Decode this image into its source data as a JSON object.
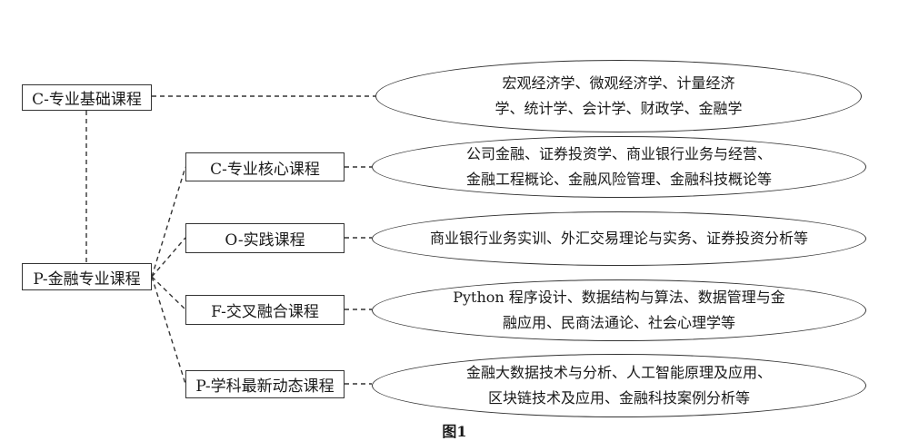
{
  "root": {
    "label": "P-金融专业课程"
  },
  "foundation": {
    "label": "C-专业基础课程",
    "lines": [
      "宏观经济学、微观经济学、计量经济",
      "学、统计学、会计学、财政学、金融学"
    ]
  },
  "categories": [
    {
      "label": "C-专业核心课程",
      "lines": [
        "公司金融、证券投资学、商业银行业务与经营、",
        "金融工程概论、金融风险管理、金融科技概论等"
      ]
    },
    {
      "label": "O-实践课程",
      "lines": [
        "商业银行业务实训、外汇交易理论与实务、证券投资分析等"
      ]
    },
    {
      "label": "F-交叉融合课程",
      "lines": [
        "Python 程序设计、数据结构与算法、数据管理与金",
        "融应用、民商法通论、社会心理学等"
      ]
    },
    {
      "label": "P-学科最新动态课程",
      "lines": [
        "金融大数据技术与分析、人工智能原理及应用、",
        "区块链技术及应用、金融科技案例分析等"
      ]
    }
  ],
  "caption": "图1",
  "colors": {
    "line": "#333333",
    "text": "#1a1a1a",
    "background": "#ffffff"
  }
}
